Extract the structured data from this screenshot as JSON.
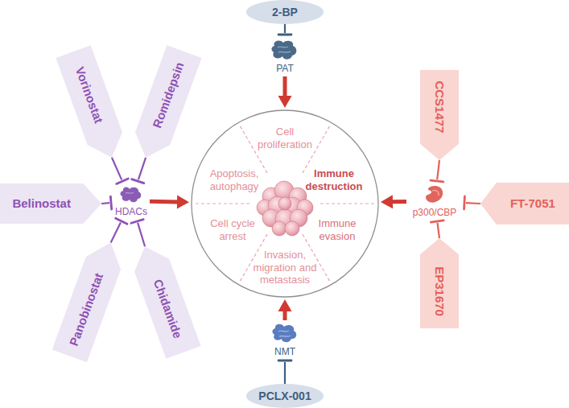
{
  "diagram": {
    "nodes": [
      {
        "text": [
          "2-BP"
        ]
      },
      {
        "text": [
          "PAT"
        ]
      },
      {
        "text": [
          "CCS1477"
        ]
      },
      {
        "text": [
          "Vorinostat"
        ]
      },
      {
        "text": [
          "Romidepsin"
        ]
      },
      {
        "text": [
          "Belinostat"
        ]
      },
      {
        "text": [
          "HDACs"
        ]
      },
      {
        "text": [
          "Cell proliferation",
          "Immune destruction",
          "Immune evasion",
          "Invasion, migration and metastasis",
          "Cell cycle arrest",
          "Apoptosis, autophagy"
        ]
      },
      {
        "text": [
          "p300/CBP"
        ]
      },
      {
        "text": [
          "FT-7051"
        ]
      },
      {
        "text": [
          "Panobinostat"
        ]
      },
      {
        "text": [
          "Chidamide"
        ]
      },
      {
        "text": [
          "EP31670"
        ]
      },
      {
        "text": [
          "NMT"
        ]
      },
      {
        "text": [
          "PCLX-001"
        ]
      }
    ],
    "edges": [
      {
        "from": 0,
        "to": 1,
        "arrow": "to"
      },
      {
        "from": 1,
        "to": 7,
        "arrow": "to"
      },
      {
        "from": 3,
        "to": 6,
        "arrow": "to"
      },
      {
        "from": 4,
        "to": 6,
        "arrow": "to"
      },
      {
        "from": 5,
        "to": 6,
        "arrow": "to"
      },
      {
        "from": 10,
        "to": 6,
        "arrow": "to"
      },
      {
        "from": 11,
        "to": 6,
        "arrow": "to"
      },
      {
        "from": 6,
        "to": 7,
        "arrow": "to"
      },
      {
        "from": 2,
        "to": 8,
        "arrow": "to"
      },
      {
        "from": 9,
        "to": 8,
        "arrow": "to"
      },
      {
        "from": 12,
        "to": 8,
        "arrow": "to"
      },
      {
        "from": 8,
        "to": 7,
        "arrow": "to"
      },
      {
        "from": 14,
        "to": 13,
        "arrow": "to"
      },
      {
        "from": 13,
        "to": 7,
        "arrow": "to"
      }
    ]
  }
}
